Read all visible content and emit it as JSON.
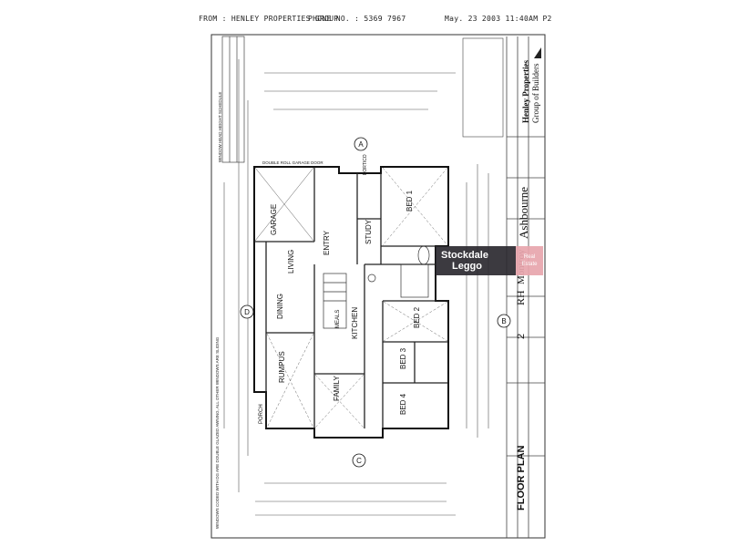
{
  "fax": {
    "from": "FROM : HENLEY PROPERTIES GROUP",
    "phone": "PHONE NO. : 5369 7967",
    "date": "May. 23 2003 11:40AM P2"
  },
  "plan": {
    "title": "FLOOR PLAN",
    "model": "Ashbourne",
    "company": "Henley Properties",
    "company_sub": "Group of Builders",
    "orientation": "RH",
    "client": "Montroy",
    "lot": "2",
    "rooms": {
      "garage": "GARAGE",
      "entry": "ENTRY",
      "study": "STUDY",
      "bed1": "BED 1",
      "living": "LIVING",
      "dining": "DINING",
      "kitchen": "KITCHEN",
      "meals": "MEALS",
      "bed2": "BED 2",
      "bed3": "BED 3",
      "bed4": "BED 4",
      "rumpus": "RUMPUS",
      "family": "FAMILY",
      "porch": "PORCH",
      "portico": "PORTICO"
    },
    "notes": {
      "garage_door": "DOUBLE ROLL GARAGE DOOR",
      "window_sched": "WINDOW HEAD HEIGHT SCHEDULE",
      "windows": "WINDOWS CODED WITH DG ARE DOUBLE GLAZED AWNING, ALL OTHER WINDOWS ARE SLIDING"
    },
    "sections": [
      "A",
      "B",
      "C",
      "D"
    ]
  },
  "badge": {
    "line1": "Stockdale",
    "line2": "Leggo",
    "right1": "Real",
    "right2": "Estate"
  }
}
